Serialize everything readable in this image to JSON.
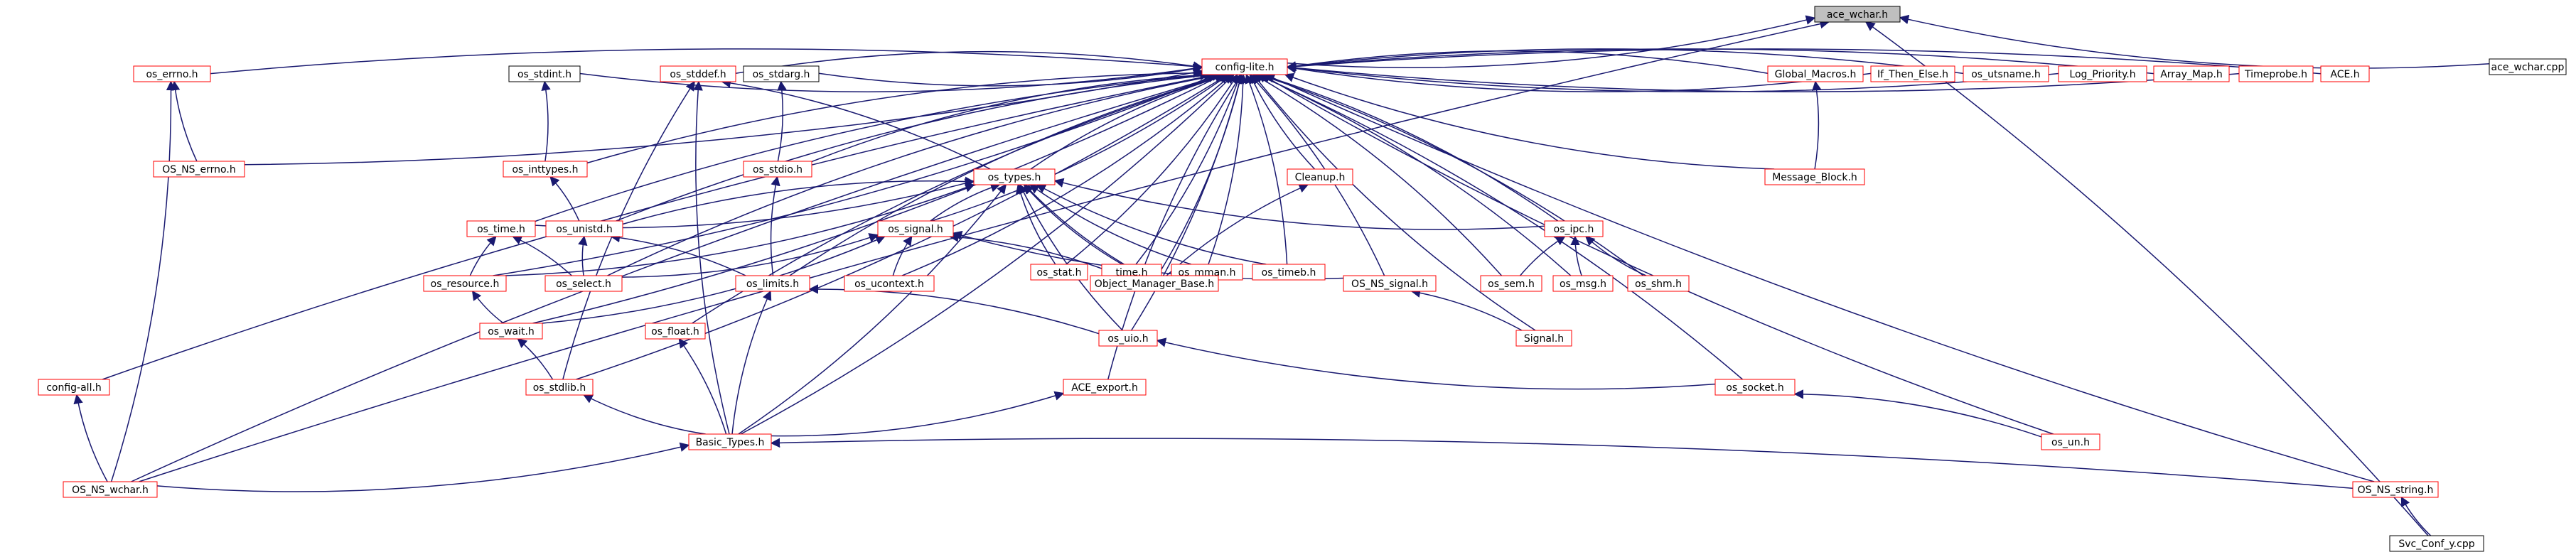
{
  "colors": {
    "background": "#ffffff",
    "edge": "#191970",
    "node_border_default": "#ff0000",
    "node_border_plain": "#000000",
    "node_fill_root": "#bfbfbf",
    "node_fill": "#ffffff"
  },
  "nodes": {
    "ace_wchar_h": "ace_wchar.h",
    "ace_wchar_cpp": "ace_wchar.cpp",
    "config_lite_h": "config-lite.h",
    "os_errno_h": "os_errno.h",
    "os_ns_errno_h": "OS_NS_errno.h",
    "os_stdint_h": "os_stdint.h",
    "os_inttypes_h": "os_inttypes.h",
    "os_stddef_h": "os_stddef.h",
    "os_stdarg_h": "os_stdarg.h",
    "os_stdio_h": "os_stdio.h",
    "os_types_h": "os_types.h",
    "cleanup_h": "Cleanup.h",
    "global_macros_h": "Global_Macros.h",
    "if_then_else_h": "If_Then_Else.h",
    "os_utsname_h": "os_utsname.h",
    "log_priority_h": "Log_Priority.h",
    "array_map_h": "Array_Map.h",
    "timeprobe_h": "Timeprobe.h",
    "ace_h": "ACE.h",
    "message_block_h": "Message_Block.h",
    "os_time_h": "os_time.h",
    "os_unistd_h": "os_unistd.h",
    "os_signal_h": "os_signal.h",
    "os_stat_h": "os_stat.h",
    "time_h": "time.h",
    "os_mman_h": "os_mman.h",
    "os_timeb_h": "os_timeb.h",
    "os_ipc_h": "os_ipc.h",
    "os_resource_h": "os_resource.h",
    "os_select_h": "os_select.h",
    "os_limits_h": "os_limits.h",
    "os_ucontext_h": "os_ucontext.h",
    "object_manager_base_h": "Object_Manager_Base.h",
    "os_ns_signal_h": "OS_NS_signal.h",
    "os_sem_h": "os_sem.h",
    "os_msg_h": "os_msg.h",
    "os_shm_h": "os_shm.h",
    "os_wait_h": "os_wait.h",
    "os_float_h": "os_float.h",
    "os_uio_h": "os_uio.h",
    "signal_h": "Signal.h",
    "config_all_h": "config-all.h",
    "os_stdlib_h": "os_stdlib.h",
    "ace_export_h": "ACE_export.h",
    "os_socket_h": "os_socket.h",
    "basic_types_h": "Basic_Types.h",
    "os_un_h": "os_un.h",
    "os_ns_wchar_h": "OS_NS_wchar.h",
    "os_ns_string_h": "OS_NS_string.h",
    "svc_conf_y_cpp": "Svc_Conf_y.cpp"
  }
}
